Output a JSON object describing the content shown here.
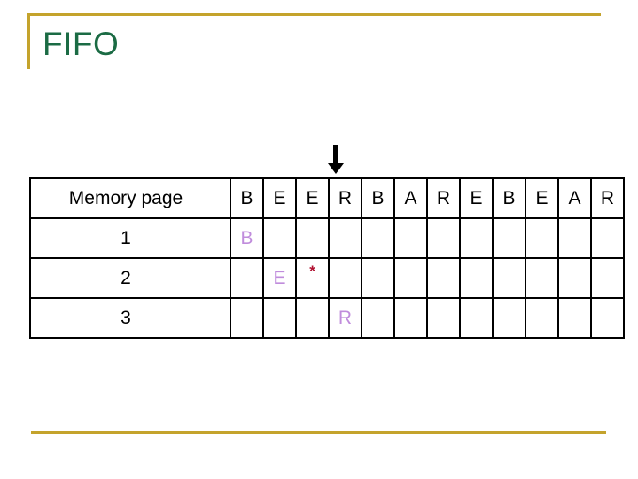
{
  "slide": {
    "title": "FIFO",
    "accent_color": "#c4a32c",
    "title_color": "#1b6b44",
    "frame_value_color": "#c08cdc",
    "fault_mark_color": "#b01030"
  },
  "arrow": {
    "name": "down-arrow",
    "points_to_column_index": 3,
    "points_to_column_label": "R"
  },
  "table": {
    "row_label_header": "Memory page",
    "reference_string": [
      "B",
      "E",
      "E",
      "R",
      "B",
      "A",
      "R",
      "E",
      "B",
      "E",
      "A",
      "R"
    ],
    "rows": [
      {
        "label": "1",
        "cells": [
          "B",
          "",
          "",
          "",
          "",
          "",
          "",
          "",
          "",
          "",
          "",
          ""
        ]
      },
      {
        "label": "2",
        "cells": [
          "",
          "E",
          "*",
          "",
          "",
          "",
          "",
          "",
          "",
          "",
          "",
          ""
        ]
      },
      {
        "label": "3",
        "cells": [
          "",
          "",
          "",
          "R",
          "",
          "",
          "",
          "",
          "",
          "",
          "",
          ""
        ]
      }
    ]
  }
}
